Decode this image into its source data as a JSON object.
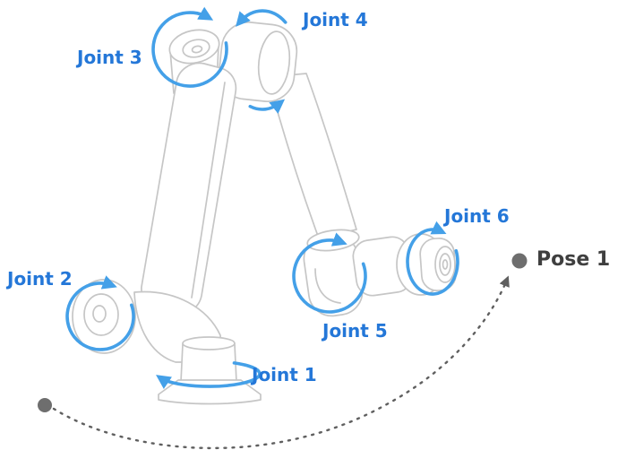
{
  "diagram": {
    "type": "robot-arm-joint-diagram",
    "labels": {
      "joint_1": "Joint 1",
      "joint_2": "Joint 2",
      "joint_3": "Joint 3",
      "joint_4": "Joint 4",
      "joint_5": "Joint 5",
      "joint_6": "Joint 6",
      "pose_1": "Pose 1"
    },
    "colors": {
      "joint_label": "#2477d8",
      "rotation_arrow": "#44a0e8",
      "robot_outline": "#c6c6c6",
      "trajectory": "#5f5f5f",
      "waypoint_dot": "#6e6e6e",
      "pose_label": "#3f3f3f"
    }
  }
}
